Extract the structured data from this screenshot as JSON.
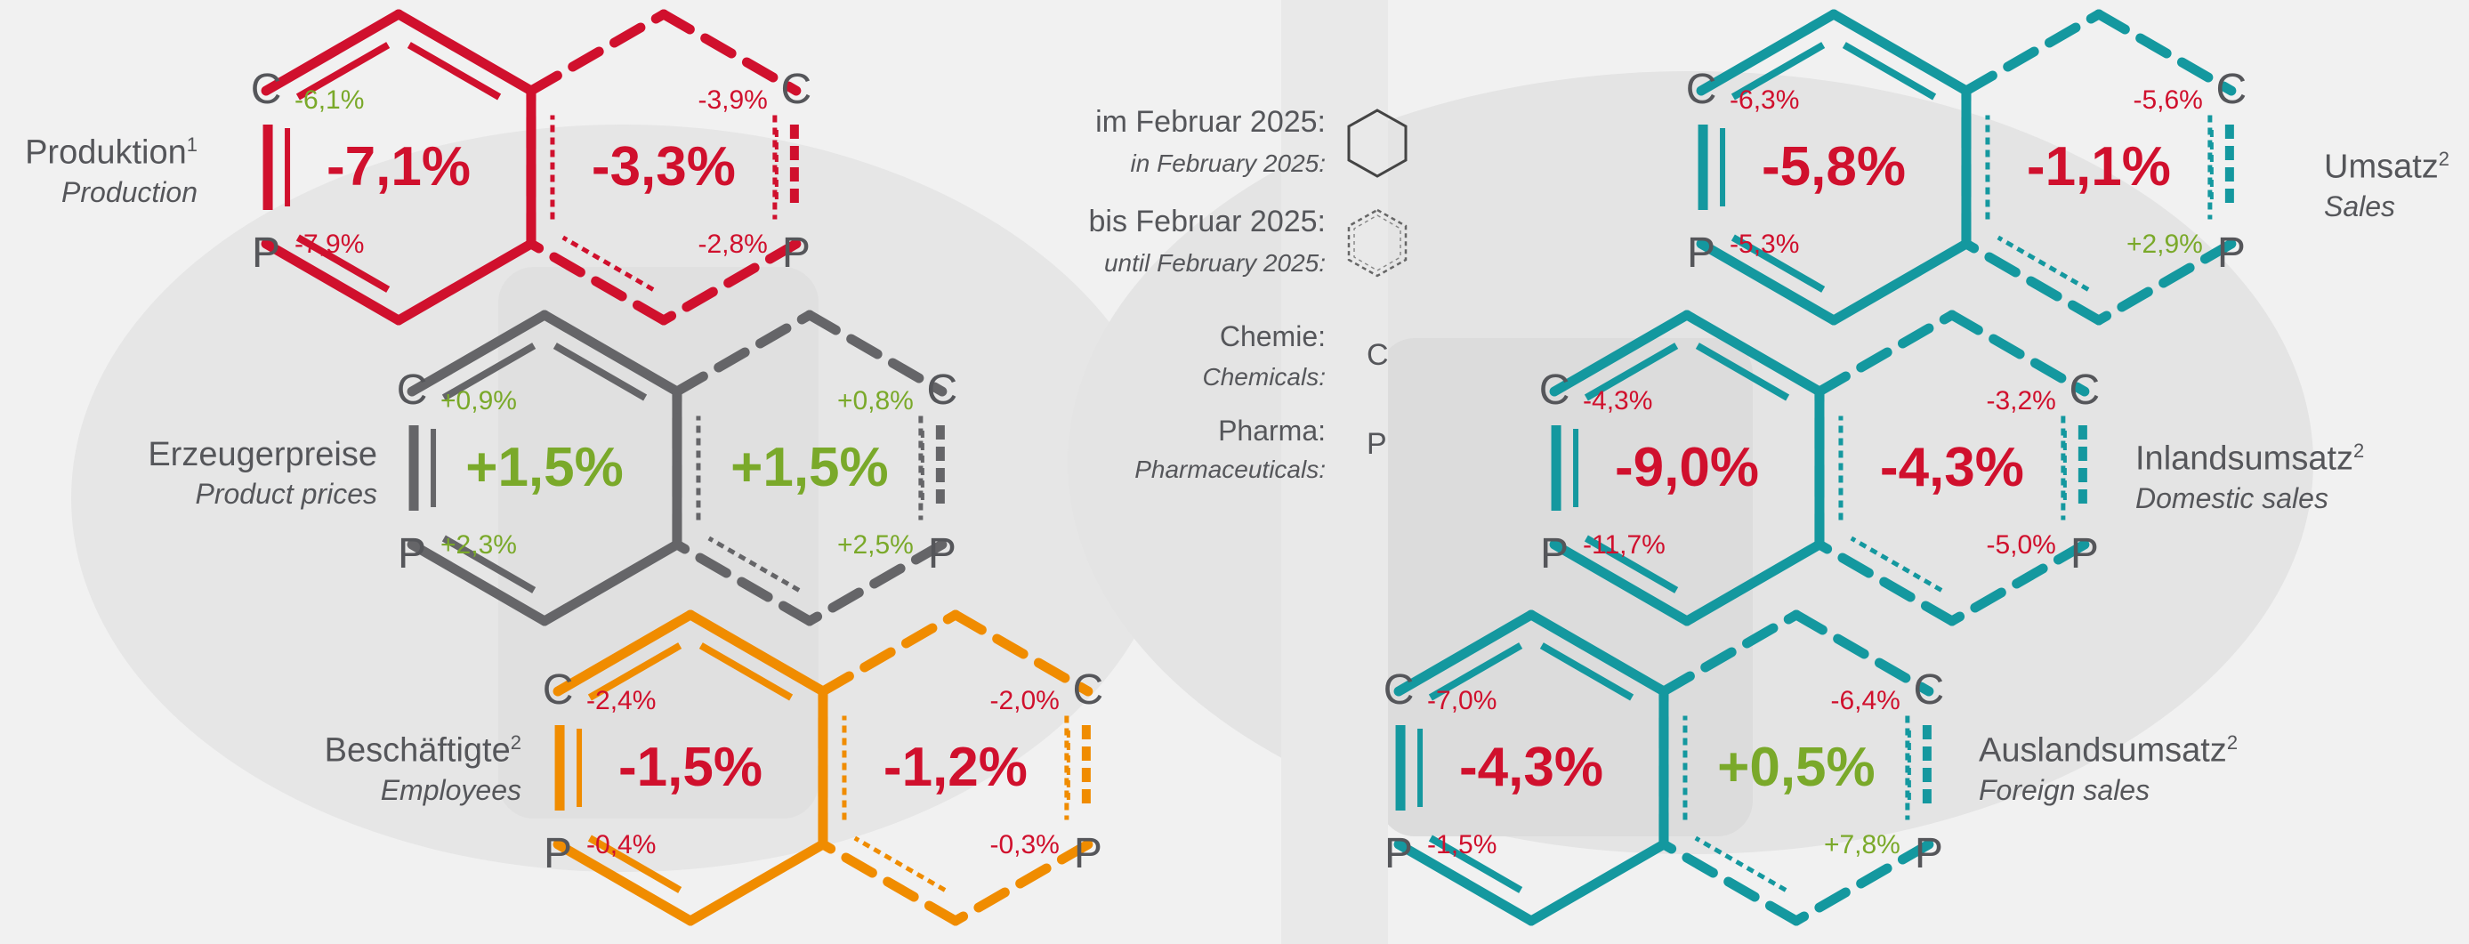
{
  "colors": {
    "red": "#d0102d",
    "grey": "#656568",
    "orange": "#f08c00",
    "teal": "#14989f",
    "green": "#7aa92a",
    "label": "#55565a"
  },
  "legend": {
    "feb_de": "im Februar 2025:",
    "feb_en": "in February 2025:",
    "until_de": "bis Februar 2025:",
    "until_en": "until February 2025:",
    "chem_de": "Chemie:",
    "chem_en": "Chemicals:",
    "chem_letter": "C",
    "pharma_de": "Pharma:",
    "pharma_en": "Pharmaceuticals:",
    "pharma_letter": "P"
  },
  "blocks": {
    "production": {
      "name_de": "Produktion",
      "sup": "1",
      "name_en": "Production",
      "color": "red",
      "feb": {
        "total": "-7,1%",
        "total_color": "red",
        "c": "-6,1%",
        "c_color": "green",
        "p": "-7,9%",
        "p_color": "red"
      },
      "ytd": {
        "total": "-3,3%",
        "total_color": "red",
        "c": "-3,9%",
        "c_color": "red",
        "p": "-2,8%",
        "p_color": "red"
      }
    },
    "prices": {
      "name_de": "Erzeugerpreise",
      "sup": "",
      "name_en": "Product prices",
      "color": "grey",
      "feb": {
        "total": "+1,5%",
        "total_color": "green",
        "c": "+0,9%",
        "c_color": "green",
        "p": "+2,3%",
        "p_color": "green"
      },
      "ytd": {
        "total": "+1,5%",
        "total_color": "green",
        "c": "+0,8%",
        "c_color": "green",
        "p": "+2,5%",
        "p_color": "green"
      }
    },
    "employees": {
      "name_de": "Beschäftigte",
      "sup": "2",
      "name_en": "Employees",
      "color": "orange",
      "feb": {
        "total": "-1,5%",
        "total_color": "red",
        "c": "-2,4%",
        "c_color": "red",
        "p": "-0,4%",
        "p_color": "red"
      },
      "ytd": {
        "total": "-1,2%",
        "total_color": "red",
        "c": "-2,0%",
        "c_color": "red",
        "p": "-0,3%",
        "p_color": "red"
      }
    },
    "sales": {
      "name_de": "Umsatz",
      "sup": "2",
      "name_en": "Sales",
      "color": "teal",
      "feb": {
        "total": "-5,8%",
        "total_color": "red",
        "c": "-6,3%",
        "c_color": "red",
        "p": "-5,3%",
        "p_color": "red"
      },
      "ytd": {
        "total": "-1,1%",
        "total_color": "red",
        "c": "-5,6%",
        "c_color": "red",
        "p": "+2,9%",
        "p_color": "green"
      }
    },
    "domestic": {
      "name_de": "Inlandsumsatz",
      "sup": "2",
      "name_en": "Domestic sales",
      "color": "teal",
      "feb": {
        "total": "-9,0%",
        "total_color": "red",
        "c": "-4,3%",
        "c_color": "red",
        "p": "-11,7%",
        "p_color": "red"
      },
      "ytd": {
        "total": "-4,3%",
        "total_color": "red",
        "c": "-3,2%",
        "c_color": "red",
        "p": "-5,0%",
        "p_color": "red"
      }
    },
    "foreign": {
      "name_de": "Auslandsumsatz",
      "sup": "2",
      "name_en": "Foreign sales",
      "color": "teal",
      "feb": {
        "total": "-4,3%",
        "total_color": "red",
        "c": "-7,0%",
        "c_color": "red",
        "p": "-1,5%",
        "p_color": "red"
      },
      "ytd": {
        "total": "+0,5%",
        "total_color": "green",
        "c": "-6,4%",
        "c_color": "red",
        "p": "+7,8%",
        "p_color": "green"
      }
    }
  }
}
